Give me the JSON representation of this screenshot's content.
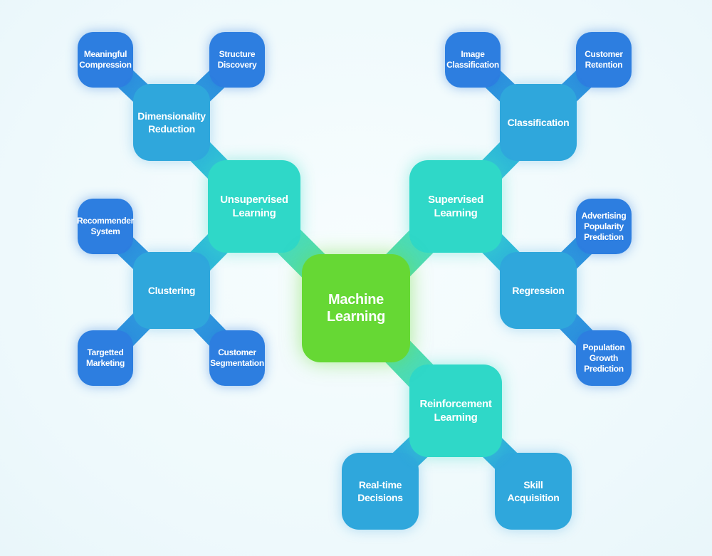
{
  "center": {
    "label": "Machine\nLearning",
    "color": "#66d834"
  },
  "colors": {
    "center": "#66d834",
    "category": "#2fd8c8",
    "subcategory": "#2fa7dc",
    "leaf": "#2d7ee0",
    "background": "#f1fbfd"
  },
  "unsupervised": {
    "label": "Unsupervised\nLearning",
    "dimensionality": {
      "label": "Dimensionality\nReduction",
      "leaves": [
        "Meaningful\nCompression",
        "Structure\nDiscovery"
      ]
    },
    "clustering": {
      "label": "Clustering",
      "leaves": [
        "Recommender\nSystem",
        "Targetted\nMarketing",
        "Customer\nSegmentation"
      ]
    }
  },
  "supervised": {
    "label": "Supervised\nLearning",
    "classification": {
      "label": "Classification",
      "leaves": [
        "Image\nClassification",
        "Customer\nRetention"
      ]
    },
    "regression": {
      "label": "Regression",
      "leaves": [
        "Advertising\nPopularity\nPrediction",
        "Population\nGrowth\nPrediction"
      ]
    }
  },
  "reinforcement": {
    "label": "Reinforcement\nLearning",
    "leaves": [
      "Real-time\nDecisions",
      "Skill\nAcquisition"
    ]
  }
}
